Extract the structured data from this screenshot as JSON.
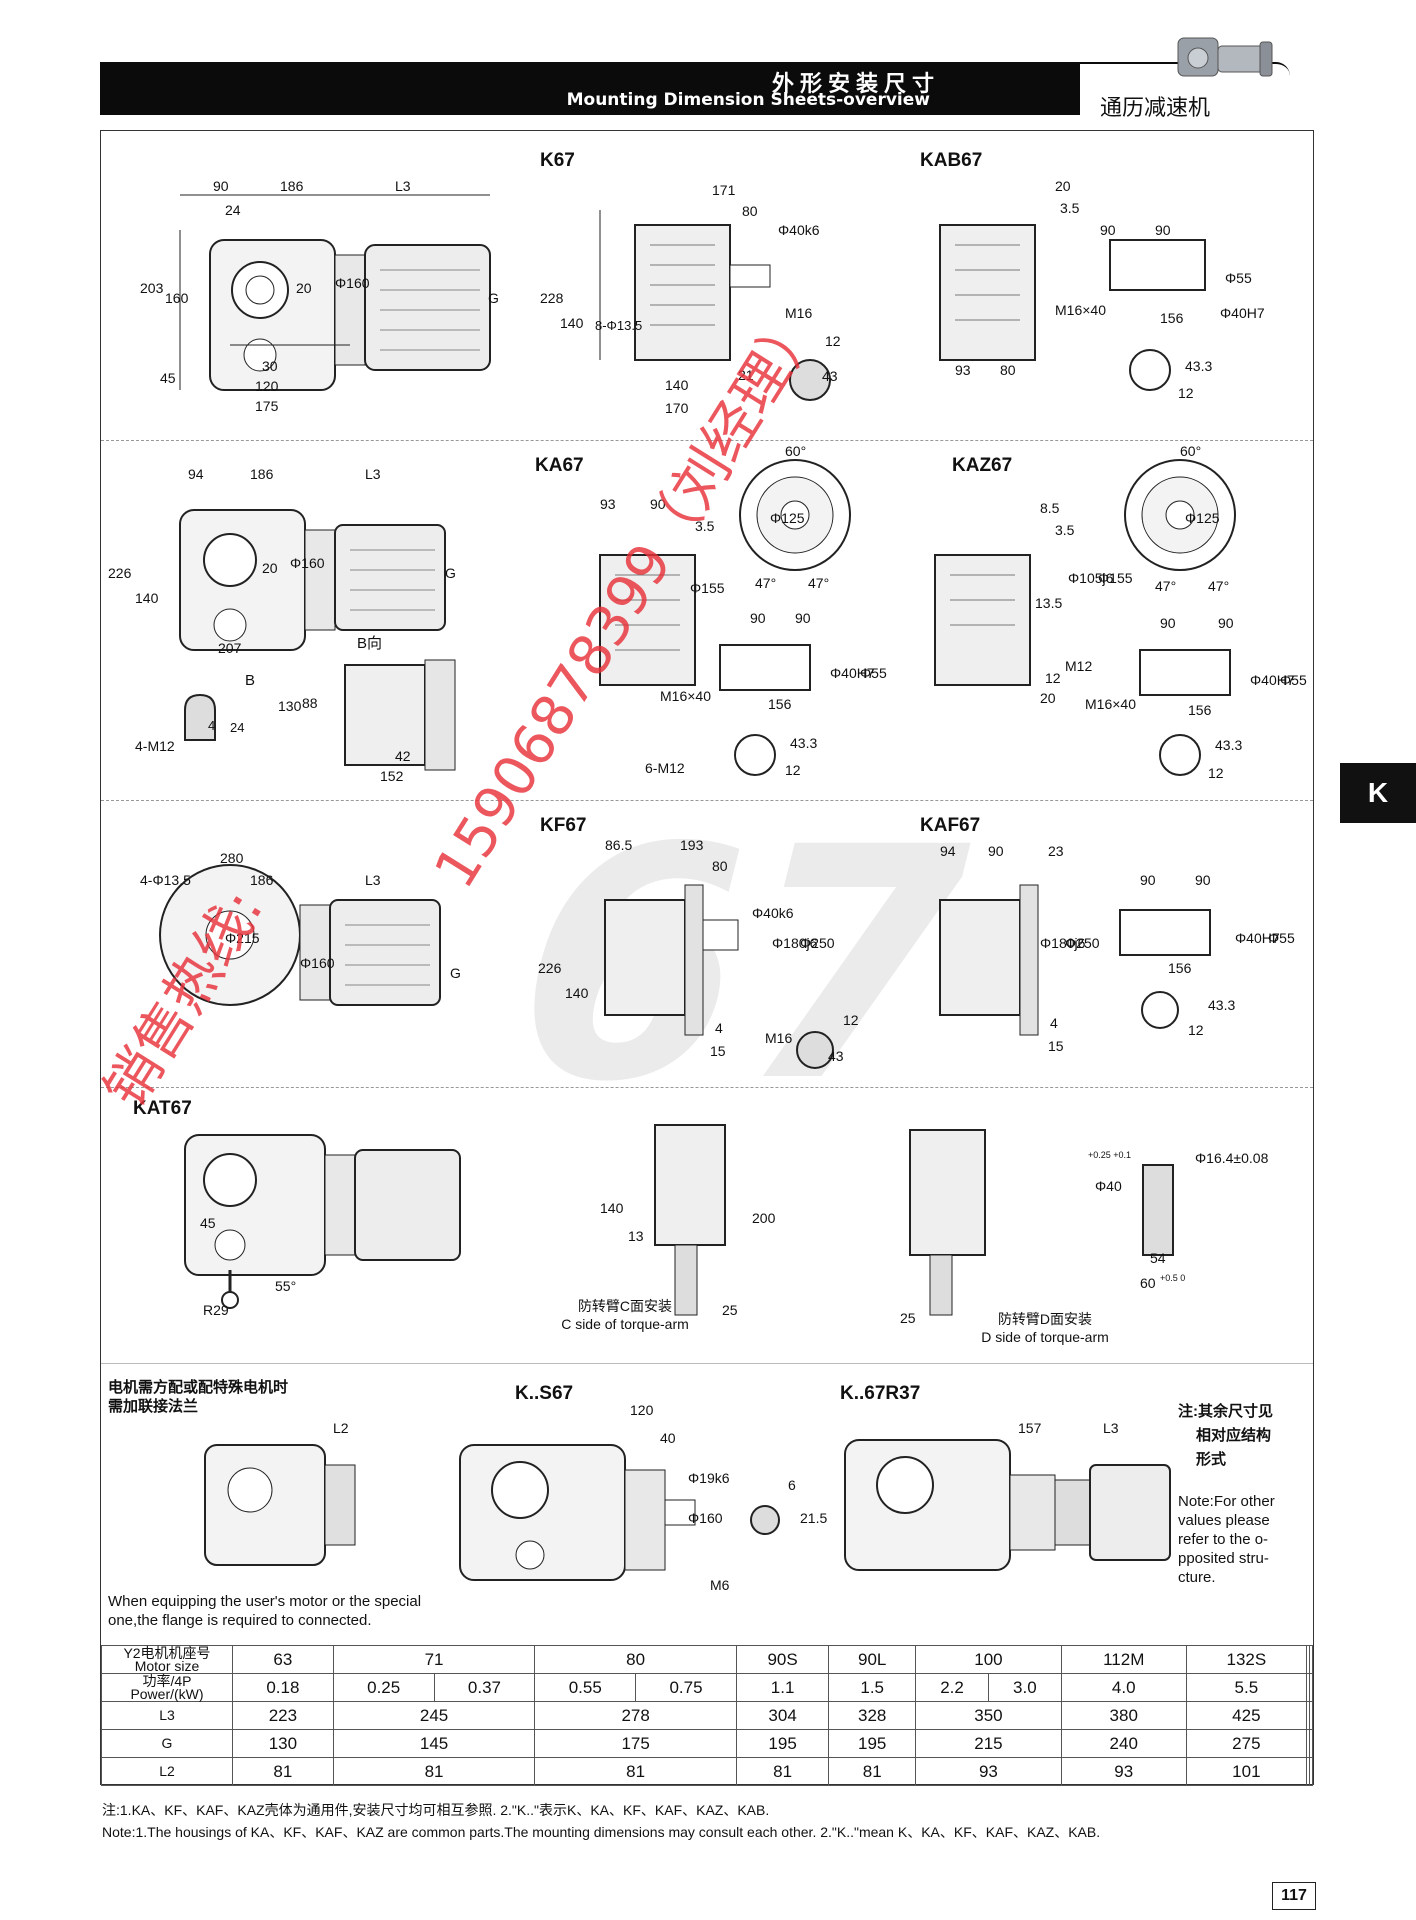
{
  "header": {
    "title_cn": "外形安装尺寸",
    "title_en": "Mounting Dimension Sheets-overview",
    "brand": "通历减速机"
  },
  "side_tab": "K",
  "sections": {
    "k67": "K67",
    "kab67": "KAB67",
    "ka67": "KA67",
    "kaz67": "KAZ67",
    "kf67": "KF67",
    "kaf67": "KAF67",
    "kat67": "KAT67",
    "ks67": "K..S67",
    "k67r37": "K..67R37"
  },
  "captions": {
    "b_view": "B向",
    "b_label": "B",
    "c_side_cn": "防转臂C面安装",
    "c_side_en": "C side of torque-arm",
    "d_side_cn": "防转臂D面安装",
    "d_side_en": "D side of torque-arm",
    "flange_cn_1": "电机需方配或配特殊电机时",
    "flange_cn_2": "需加联接法兰",
    "flange_en_1": "When equipping the user's motor or the special",
    "flange_en_2": "one,the flange is required to connected.",
    "other_cn_1": "注:其余尺寸见",
    "other_cn_2": "相对应结构",
    "other_cn_3": "形式",
    "other_en": "Note:For other values please refer to the o-pposited stru-cture."
  },
  "table": {
    "row_headers": {
      "motor_cn": "Y2电机机座号",
      "motor_en": "Motor size",
      "power_cn": "功率/4P",
      "power_en": "Power/(kW)",
      "l3": "L3",
      "g": "G",
      "l2": "L2"
    },
    "motor_sizes": [
      "63",
      "71",
      "80",
      "90S",
      "90L",
      "100",
      "112M",
      "132S"
    ],
    "power": [
      "0.18",
      "0.25",
      "0.37",
      "0.55",
      "0.75",
      "1.1",
      "1.5",
      "2.2",
      "3.0",
      "4.0",
      "5.5"
    ],
    "l3": [
      "223",
      "245",
      "278",
      "304",
      "328",
      "350",
      "380",
      "425"
    ],
    "g": [
      "130",
      "145",
      "175",
      "195",
      "195",
      "215",
      "240",
      "275"
    ],
    "l2": [
      "81",
      "81",
      "81",
      "81",
      "81",
      "93",
      "93",
      "101"
    ]
  },
  "footer": {
    "note_cn": "注:1.KA、KF、KAF、KAZ壳体为通用件,安装尺寸均可相互参照.    2.\"K..\"表示K、KA、KF、KAF、KAZ、KAB.",
    "note_en": "Note:1.The housings of KA、KF、KAF、KAZ are common parts.The mounting dimensions may consult each other. 2.\"K..\"mean K、KA、KF、KAF、KAZ、KAB.",
    "page": "117"
  },
  "watermarks": {
    "hotline": "销售热线:",
    "phone": "15906878399（刘经理）",
    "big_number": "67"
  },
  "dims": {
    "k67": [
      "90",
      "186",
      "L3",
      "24",
      "203",
      "160",
      "20",
      "Φ160",
      "G",
      "45",
      "30",
      "120",
      "175",
      "171",
      "80",
      "Φ40k6",
      "228",
      "140",
      "8-Φ13.5",
      "M16",
      "12",
      "43",
      "140",
      "21",
      "170"
    ],
    "kab67": [
      "20",
      "3.5",
      "90",
      "90",
      "M16×40",
      "Φ55",
      "Φ40H7",
      "156",
      "93",
      "80",
      "43.3",
      "12"
    ],
    "ka67": [
      "94",
      "186",
      "L3",
      "226",
      "140",
      "20",
      "Φ160",
      "G",
      "207",
      "4-M12",
      "4",
      "24",
      "130",
      "88",
      "42",
      "152",
      "93",
      "90",
      "3.5",
      "60°",
      "Φ125",
      "47°",
      "47°",
      "Φ155",
      "90",
      "90",
      "M16×40",
      "156",
      "Φ40H7",
      "Φ55",
      "43.3",
      "12",
      "6-M12"
    ],
    "kaz67": [
      "60°",
      "Φ125",
      "47°",
      "47°",
      "8.5",
      "3.5",
      "Φ105j6",
      "Φ155",
      "13.5",
      "M12",
      "12",
      "20",
      "90",
      "90",
      "M16×40",
      "156",
      "Φ40H7",
      "Φ55",
      "43.3",
      "12"
    ],
    "kf67": [
      "280",
      "4-Φ13.5",
      "186",
      "L3",
      "Φ215",
      "Φ160",
      "G",
      "86.5",
      "193",
      "80",
      "Φ40k6",
      "Φ180j6",
      "Φ250",
      "226",
      "140",
      "4",
      "15",
      "M16",
      "12",
      "43"
    ],
    "kaf67": [
      "94",
      "90",
      "23",
      "Φ180j6",
      "Φ250",
      "4",
      "15",
      "90",
      "90",
      "156",
      "Φ40H7",
      "Φ55",
      "43.3",
      "12"
    ],
    "kat67": [
      "45",
      "R29",
      "55°",
      "140",
      "13",
      "200",
      "25",
      "25",
      "Φ40",
      "+0.25 +0.1",
      "Φ16.4±0.08",
      "54",
      "60",
      "+0.5 0"
    ],
    "ks67": [
      "L2",
      "120",
      "40",
      "Φ19k6",
      "Φ160",
      "M6",
      "6",
      "21.5"
    ],
    "k67r37": [
      "157",
      "L3"
    ]
  }
}
